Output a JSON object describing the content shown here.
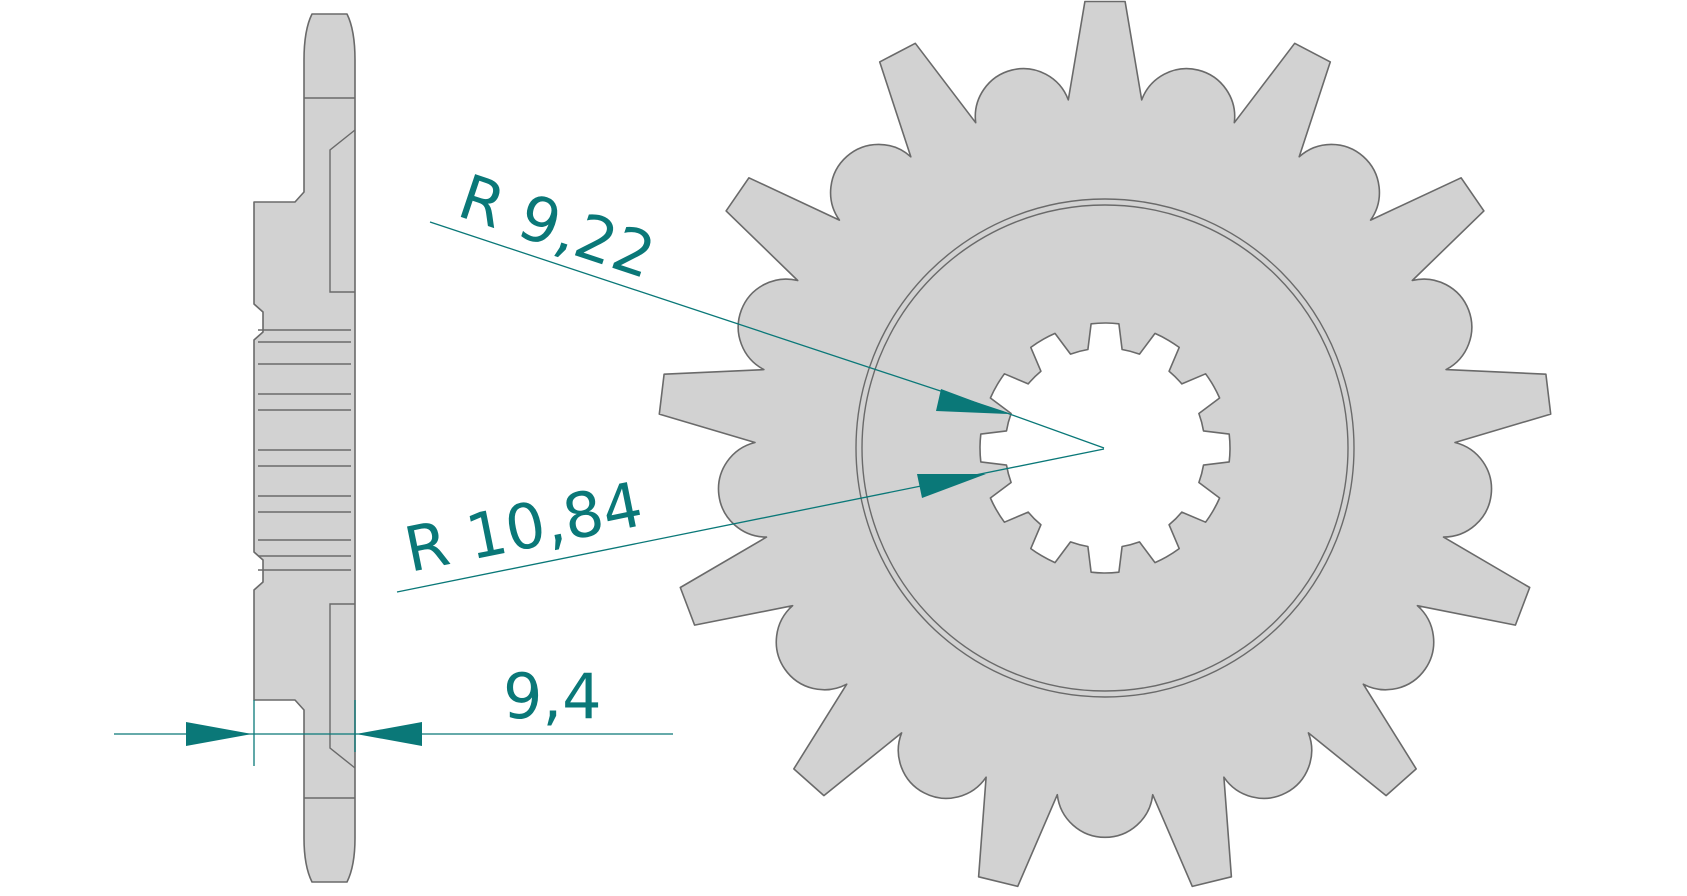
{
  "colors": {
    "part_fill": "#d2d2d2",
    "part_stroke": "#6a6a6a",
    "dimension": "#0a7878",
    "background": "#ffffff"
  },
  "sprocket": {
    "teeth": 13,
    "spline_teeth": 12
  },
  "dimensions": {
    "inner_radius_label": "R 9,22",
    "outer_radius_label": "R 10,84",
    "thickness_label": "9,4"
  }
}
